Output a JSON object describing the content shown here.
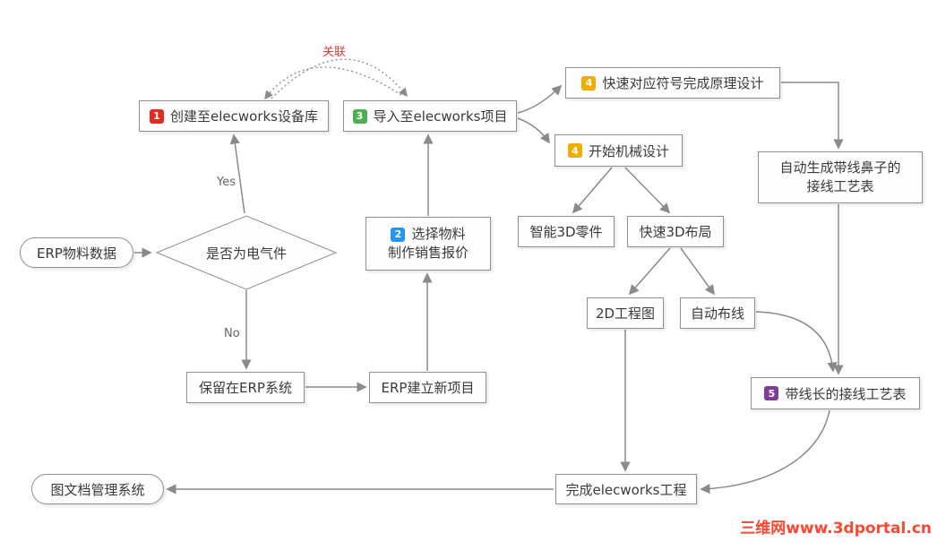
{
  "nodes": {
    "erp_data": {
      "label": "ERP物料数据"
    },
    "is_electrical": {
      "label": "是否为电气件"
    },
    "create_device_lib": {
      "badge": "1",
      "label": "创建至elecworks设备库"
    },
    "import_project": {
      "badge": "3",
      "label": "导入至elecworks项目"
    },
    "symbol_design": {
      "badge": "4",
      "label": "快速对应符号完成原理设计"
    },
    "mech_design": {
      "badge": "4",
      "label": "开始机械设计"
    },
    "lug_table": {
      "line1": "自动生成带线鼻子的",
      "line2": "接线工艺表"
    },
    "select_material": {
      "badge": "2",
      "line1": "选择物料",
      "line2": "制作销售报价"
    },
    "smart_parts": {
      "label": "智能3D零件"
    },
    "fast_layout": {
      "label": "快速3D布局"
    },
    "drawing_2d": {
      "label": "2D工程图"
    },
    "auto_routing": {
      "label": "自动布线"
    },
    "keep_erp": {
      "label": "保留在ERP系统"
    },
    "erp_new_project": {
      "label": "ERP建立新项目"
    },
    "wire_length_table": {
      "badge": "5",
      "label": "带线长的接线工艺表"
    },
    "finish_project": {
      "label": "完成elecworks工程"
    },
    "doc_system": {
      "label": "图文档管理系统"
    }
  },
  "labels": {
    "association": "关联",
    "yes": "Yes",
    "no": "No"
  },
  "watermark": "三维网www.3dportal.cn",
  "colors": {
    "badge_1": "#e02b20",
    "badge_2": "#2196f3",
    "badge_3": "#4caf50",
    "badge_4": "#f0ad00",
    "badge_5": "#7d3c98",
    "arrow": "#8a8a8a",
    "association_label": "#e53935",
    "watermark": "#ff4630",
    "node_border": "#8f8f8f",
    "text": "#3a3a3a"
  }
}
